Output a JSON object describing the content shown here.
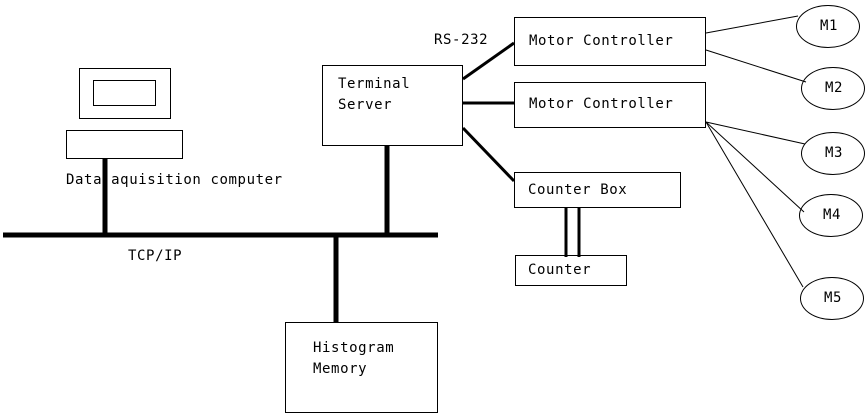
{
  "diagram": {
    "title": "Data acquisition and motor control network",
    "stroke_color": "#000000",
    "background_color": "#ffffff",
    "bus_label": "TCP/IP",
    "link_label": "RS-232",
    "computer_caption": "Data aquisition computer",
    "nodes": {
      "terminal_server": {
        "line1": "Terminal",
        "line2": "Server"
      },
      "motor_controller_1": {
        "label": "Motor Controller"
      },
      "motor_controller_2": {
        "label": "Motor Controller"
      },
      "counter_box": {
        "label": "Counter Box"
      },
      "counter": {
        "label": "Counter"
      },
      "histogram_memory": {
        "line1": "Histogram",
        "line2": "Memory"
      }
    },
    "motors": [
      {
        "label": "M1"
      },
      {
        "label": "M2"
      },
      {
        "label": "M3"
      },
      {
        "label": "M4"
      },
      {
        "label": "M5"
      }
    ]
  }
}
